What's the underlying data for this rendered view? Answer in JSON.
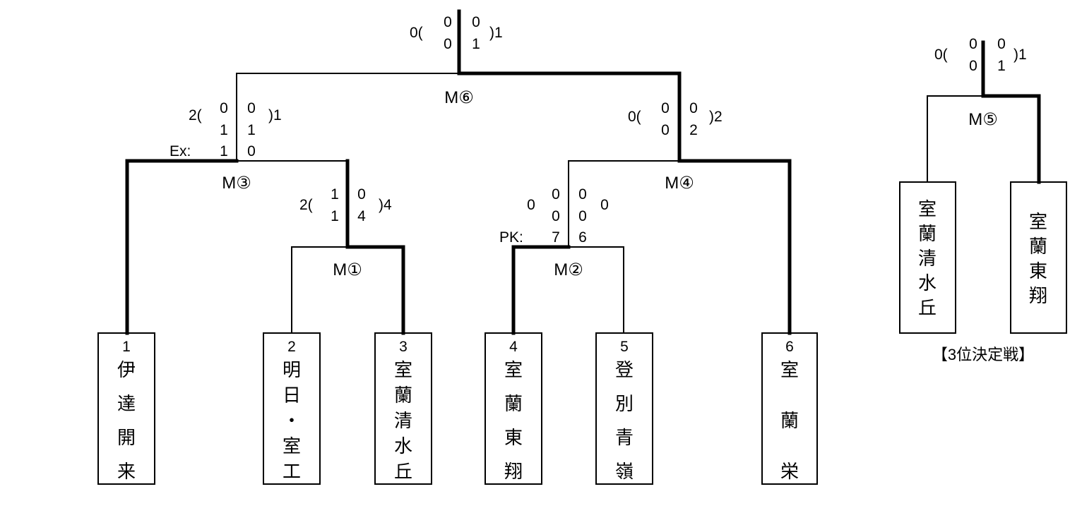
{
  "colors": {
    "line": "#000000",
    "background": "#ffffff"
  },
  "teams": [
    {
      "seed": "1",
      "chars": [
        "伊",
        "達",
        "開",
        "来"
      ]
    },
    {
      "seed": "2",
      "chars": [
        "明",
        "日",
        "・",
        "室",
        "工"
      ]
    },
    {
      "seed": "3",
      "chars": [
        "室",
        "蘭",
        "清",
        "水",
        "丘"
      ]
    },
    {
      "seed": "4",
      "chars": [
        "室",
        "蘭",
        "東",
        "翔"
      ]
    },
    {
      "seed": "5",
      "chars": [
        "登",
        "別",
        "青",
        "嶺"
      ]
    },
    {
      "seed": "6",
      "chars": [
        "室",
        "蘭",
        "栄"
      ]
    }
  ],
  "third_place": {
    "caption": "【3位決定戦】",
    "teams": [
      {
        "chars": [
          "室",
          "蘭",
          "清",
          "水",
          "丘"
        ]
      },
      {
        "chars": [
          "室",
          "蘭",
          "東",
          "翔"
        ]
      }
    ]
  },
  "matches": {
    "m1": {
      "label": "M①",
      "left_total": "2(",
      "right_total": ")4",
      "left_periods": [
        "1",
        "1"
      ],
      "right_periods": [
        "0",
        "4"
      ]
    },
    "m2": {
      "label": "M②",
      "left_total": "0",
      "right_total": "0",
      "left_periods": [
        "0",
        "0"
      ],
      "right_periods": [
        "0",
        "0"
      ],
      "pk_label": "PK:",
      "pk_left": "7",
      "pk_right": "6"
    },
    "m3": {
      "label": "M③",
      "left_total": "2(",
      "right_total": ")1",
      "left_periods": [
        "0",
        "1"
      ],
      "right_periods": [
        "0",
        "1"
      ],
      "ex_label": "Ex:",
      "ex_left": "1",
      "ex_right": "0"
    },
    "m4": {
      "label": "M④",
      "left_total": "0(",
      "right_total": ")2",
      "left_periods": [
        "0",
        "0"
      ],
      "right_periods": [
        "0",
        "2"
      ]
    },
    "m5": {
      "label": "M⑤",
      "left_total": "0(",
      "right_total": ")1",
      "left_periods": [
        "0",
        "0"
      ],
      "right_periods": [
        "0",
        "1"
      ]
    },
    "m6": {
      "label": "M⑥",
      "left_total": "0(",
      "right_total": ")1",
      "left_periods": [
        "0",
        "0"
      ],
      "right_periods": [
        "0",
        "1"
      ]
    }
  }
}
